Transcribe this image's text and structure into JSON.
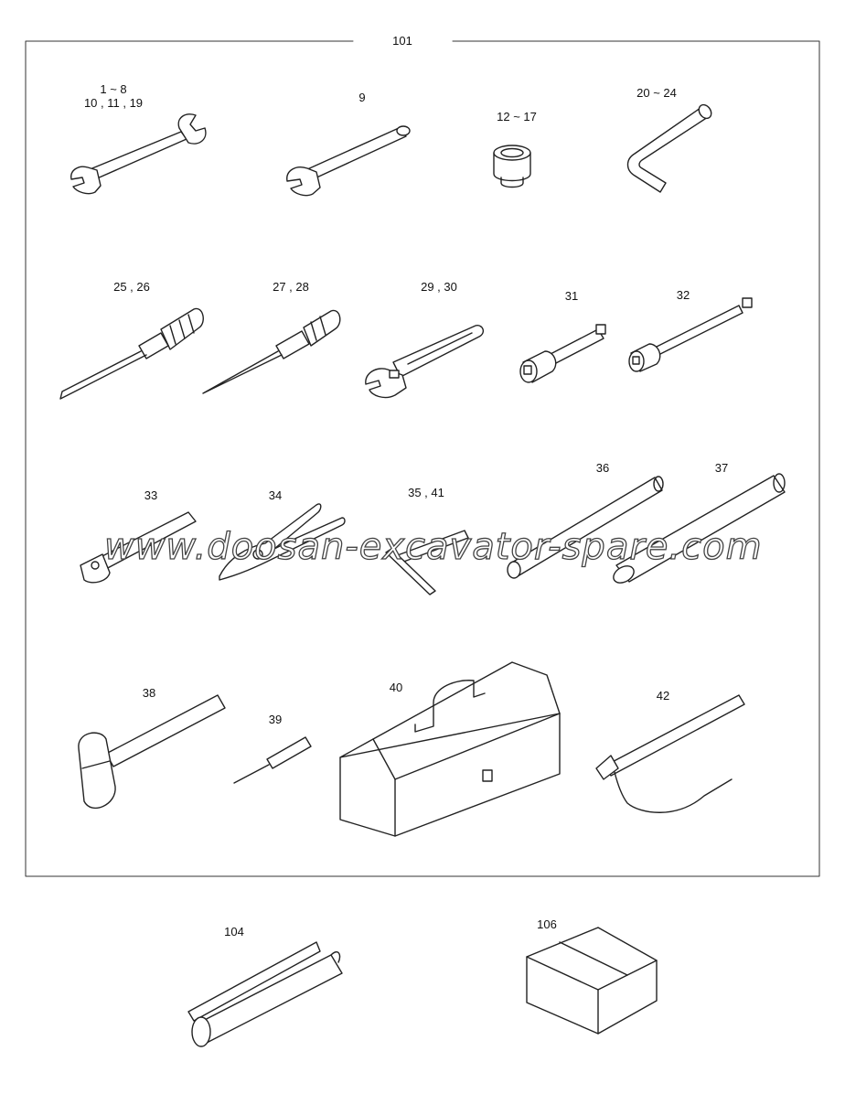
{
  "diagram": {
    "group_label": "101",
    "watermark": "www.doosan-excavator-spare.com",
    "callouts": [
      {
        "id": "wrench-a",
        "lines": [
          "1 ~ 8",
          "10 , 11 , 19"
        ]
      },
      {
        "id": "wrench-b",
        "lines": [
          "9"
        ]
      },
      {
        "id": "socket-small",
        "lines": [
          "12  ~  17"
        ]
      },
      {
        "id": "hex-key",
        "lines": [
          "20  ~  24"
        ]
      },
      {
        "id": "screwdriver-flat",
        "lines": [
          "25 , 26"
        ]
      },
      {
        "id": "screwdriver-cross",
        "lines": [
          "27 , 28"
        ]
      },
      {
        "id": "adjustable-wrench",
        "lines": [
          "29 , 30"
        ]
      },
      {
        "id": "socket-extension-short",
        "lines": [
          "31"
        ]
      },
      {
        "id": "socket-extension-long",
        "lines": [
          "32"
        ]
      },
      {
        "id": "ratchet",
        "lines": [
          "33"
        ]
      },
      {
        "id": "pliers",
        "lines": [
          "34"
        ]
      },
      {
        "id": "t-handle",
        "lines": [
          "35 , 41"
        ]
      },
      {
        "id": "pipe-round",
        "lines": [
          "36"
        ]
      },
      {
        "id": "pipe-oval",
        "lines": [
          "37"
        ]
      },
      {
        "id": "hammer",
        "lines": [
          "38"
        ]
      },
      {
        "id": "small-screwdriver",
        "lines": [
          "39"
        ]
      },
      {
        "id": "tool-box",
        "lines": [
          "40"
        ]
      },
      {
        "id": "chain-wrench",
        "lines": [
          "42"
        ]
      },
      {
        "id": "grease-gun",
        "lines": [
          "104"
        ]
      },
      {
        "id": "carton-box",
        "lines": [
          "106"
        ]
      }
    ]
  }
}
